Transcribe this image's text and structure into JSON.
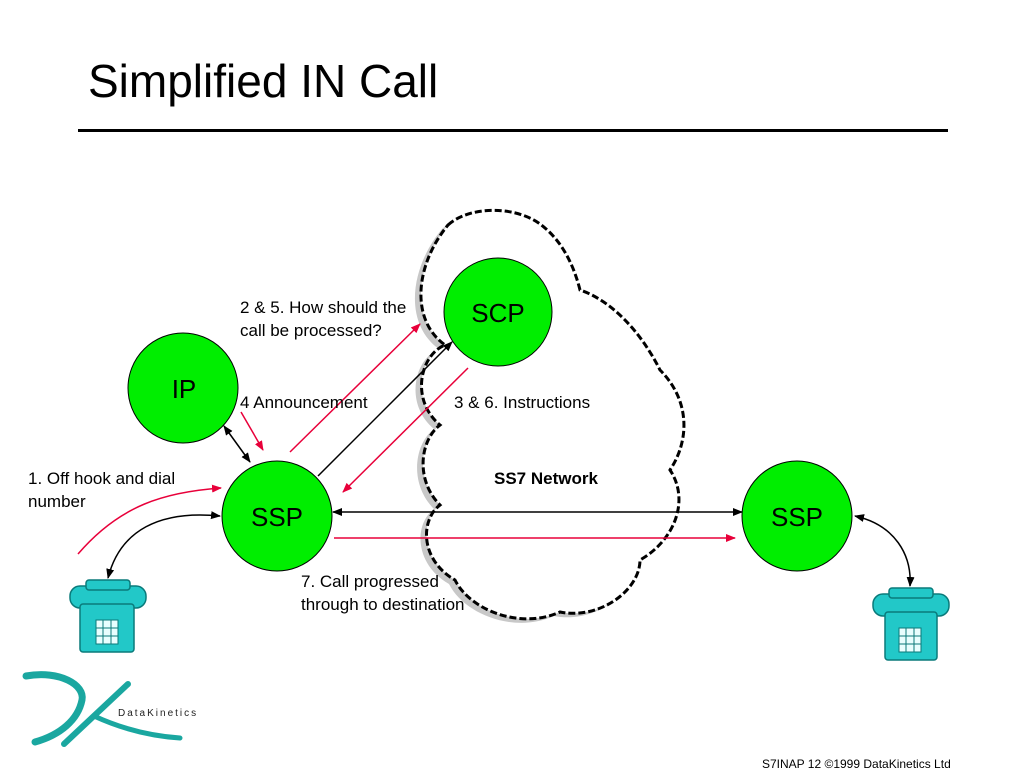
{
  "slide": {
    "title": "Simplified IN Call"
  },
  "nodes": {
    "scp": "SCP",
    "ip": "IP",
    "ssp_left": "SSP",
    "ssp_right": "SSP"
  },
  "labels": {
    "step_2_5_line1": "2 & 5. How should the",
    "step_2_5_line2": "call be processed?",
    "step_4": "4 Announcement",
    "step_3_6": "3 & 6. Instructions",
    "network": "SS7 Network",
    "step_1_line1": "1. Off hook and dial",
    "step_1_line2": "number",
    "step_7_line1": "7. Call progressed",
    "step_7_line2": "through to destination"
  },
  "logo": {
    "text": "DataKinetics"
  },
  "footer": {
    "text": "S7INAP 12   ©1999 DataKinetics Ltd"
  },
  "colors": {
    "node_fill": "#00ee00",
    "flow_arrow": "#e8003a",
    "link_arrow": "#000000",
    "phone": "#22c8c8",
    "logo": "#1aa7a0",
    "cloud_shadow": "#c8c8c8"
  },
  "icons": [
    "phone-icon",
    "datakinetics-logo"
  ]
}
